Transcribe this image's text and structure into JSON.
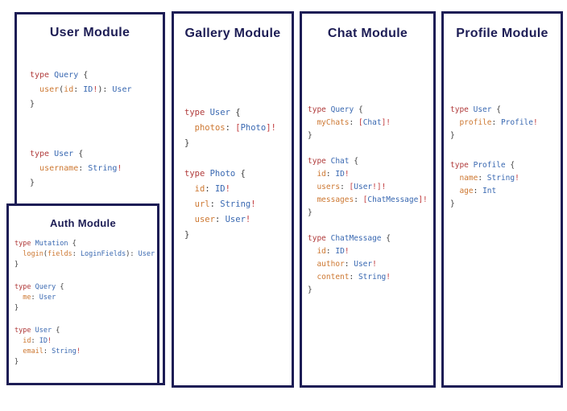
{
  "colors": {
    "navy": "#1d1d55",
    "keyword": "#b03b3b",
    "typename": "#3968b1",
    "field": "#cd7832",
    "punct": "#3b3b3b",
    "bang": "#c0393b"
  },
  "modules": {
    "user": {
      "title": "User Module",
      "blocks": [
        [
          [
            [
              "type ",
              "k"
            ],
            [
              "Query ",
              "t"
            ],
            [
              "{",
              "p"
            ]
          ],
          [
            [
              "  ",
              "p"
            ],
            [
              "user",
              "f"
            ],
            [
              "(",
              "p"
            ],
            [
              "id",
              "f"
            ],
            [
              ": ",
              "p"
            ],
            [
              "ID",
              "t"
            ],
            [
              "!",
              "r"
            ],
            [
              "): ",
              "p"
            ],
            [
              "User",
              "t"
            ]
          ],
          [
            [
              "}",
              "p"
            ]
          ]
        ],
        [
          [
            [
              "type ",
              "k"
            ],
            [
              "User ",
              "t"
            ],
            [
              "{",
              "p"
            ]
          ],
          [
            [
              "  ",
              "p"
            ],
            [
              "username",
              "f"
            ],
            [
              ": ",
              "p"
            ],
            [
              "String",
              "t"
            ],
            [
              "!",
              "r"
            ]
          ],
          [
            [
              "}",
              "p"
            ]
          ]
        ]
      ]
    },
    "auth": {
      "title": "Auth Module",
      "blocks": [
        [
          [
            [
              "type ",
              "k"
            ],
            [
              "Mutation ",
              "t"
            ],
            [
              "{",
              "p"
            ]
          ],
          [
            [
              "  ",
              "p"
            ],
            [
              "login",
              "f"
            ],
            [
              "(",
              "p"
            ],
            [
              "fields",
              "f"
            ],
            [
              ": ",
              "p"
            ],
            [
              "LoginFields",
              "t"
            ],
            [
              "): ",
              "p"
            ],
            [
              "User",
              "t"
            ]
          ],
          [
            [
              "}",
              "p"
            ]
          ]
        ],
        [
          [
            [
              "type ",
              "k"
            ],
            [
              "Query ",
              "t"
            ],
            [
              "{",
              "p"
            ]
          ],
          [
            [
              "  ",
              "p"
            ],
            [
              "me",
              "f"
            ],
            [
              ": ",
              "p"
            ],
            [
              "User",
              "t"
            ]
          ],
          [
            [
              "}",
              "p"
            ]
          ]
        ],
        [
          [
            [
              "type ",
              "k"
            ],
            [
              "User ",
              "t"
            ],
            [
              "{",
              "p"
            ]
          ],
          [
            [
              "  ",
              "p"
            ],
            [
              "id",
              "f"
            ],
            [
              ": ",
              "p"
            ],
            [
              "ID",
              "t"
            ],
            [
              "!",
              "r"
            ]
          ],
          [
            [
              "  ",
              "p"
            ],
            [
              "email",
              "f"
            ],
            [
              ": ",
              "p"
            ],
            [
              "String",
              "t"
            ],
            [
              "!",
              "r"
            ]
          ],
          [
            [
              "}",
              "p"
            ]
          ]
        ]
      ]
    },
    "gallery": {
      "title": "Gallery Module",
      "blocks": [
        [
          [
            [
              "type ",
              "k"
            ],
            [
              "User ",
              "t"
            ],
            [
              "{",
              "p"
            ]
          ],
          [
            [
              "  ",
              "p"
            ],
            [
              "photos",
              "f"
            ],
            [
              ": ",
              "p"
            ],
            [
              "[",
              "r"
            ],
            [
              "Photo",
              "t"
            ],
            [
              "]!",
              "r"
            ]
          ],
          [
            [
              "}",
              "p"
            ]
          ]
        ],
        [
          [
            [
              "type ",
              "k"
            ],
            [
              "Photo ",
              "t"
            ],
            [
              "{",
              "p"
            ]
          ],
          [
            [
              "  ",
              "p"
            ],
            [
              "id",
              "f"
            ],
            [
              ": ",
              "p"
            ],
            [
              "ID",
              "t"
            ],
            [
              "!",
              "r"
            ]
          ],
          [
            [
              "  ",
              "p"
            ],
            [
              "url",
              "f"
            ],
            [
              ": ",
              "p"
            ],
            [
              "String",
              "t"
            ],
            [
              "!",
              "r"
            ]
          ],
          [
            [
              "  ",
              "p"
            ],
            [
              "user",
              "f"
            ],
            [
              ": ",
              "p"
            ],
            [
              "User",
              "t"
            ],
            [
              "!",
              "r"
            ]
          ],
          [
            [
              "}",
              "p"
            ]
          ]
        ]
      ]
    },
    "chat": {
      "title": "Chat Module",
      "blocks": [
        [
          [
            [
              "type ",
              "k"
            ],
            [
              "Query ",
              "t"
            ],
            [
              "{",
              "p"
            ]
          ],
          [
            [
              "  ",
              "p"
            ],
            [
              "myChats",
              "f"
            ],
            [
              ": ",
              "p"
            ],
            [
              "[",
              "r"
            ],
            [
              "Chat",
              "t"
            ],
            [
              "]!",
              "r"
            ]
          ],
          [
            [
              "}",
              "p"
            ]
          ]
        ],
        [
          [
            [
              "type ",
              "k"
            ],
            [
              "Chat ",
              "t"
            ],
            [
              "{",
              "p"
            ]
          ],
          [
            [
              "  ",
              "p"
            ],
            [
              "id",
              "f"
            ],
            [
              ": ",
              "p"
            ],
            [
              "ID",
              "t"
            ],
            [
              "!",
              "r"
            ]
          ],
          [
            [
              "  ",
              "p"
            ],
            [
              "users",
              "f"
            ],
            [
              ": ",
              "p"
            ],
            [
              "[",
              "r"
            ],
            [
              "User",
              "t"
            ],
            [
              "!]!",
              "r"
            ]
          ],
          [
            [
              "  ",
              "p"
            ],
            [
              "messages",
              "f"
            ],
            [
              ": ",
              "p"
            ],
            [
              "[",
              "r"
            ],
            [
              "ChatMessage",
              "t"
            ],
            [
              "]!",
              "r"
            ]
          ],
          [
            [
              "}",
              "p"
            ]
          ]
        ],
        [
          [
            [
              "type ",
              "k"
            ],
            [
              "ChatMessage ",
              "t"
            ],
            [
              "{",
              "p"
            ]
          ],
          [
            [
              "  ",
              "p"
            ],
            [
              "id",
              "f"
            ],
            [
              ": ",
              "p"
            ],
            [
              "ID",
              "t"
            ],
            [
              "!",
              "r"
            ]
          ],
          [
            [
              "  ",
              "p"
            ],
            [
              "author",
              "f"
            ],
            [
              ": ",
              "p"
            ],
            [
              "User",
              "t"
            ],
            [
              "!",
              "r"
            ]
          ],
          [
            [
              "  ",
              "p"
            ],
            [
              "content",
              "f"
            ],
            [
              ": ",
              "p"
            ],
            [
              "String",
              "t"
            ],
            [
              "!",
              "r"
            ]
          ],
          [
            [
              "}",
              "p"
            ]
          ]
        ]
      ]
    },
    "profile": {
      "title": "Profile Module",
      "blocks": [
        [
          [
            [
              "type ",
              "k"
            ],
            [
              "User ",
              "t"
            ],
            [
              "{",
              "p"
            ]
          ],
          [
            [
              "  ",
              "p"
            ],
            [
              "profile",
              "f"
            ],
            [
              ": ",
              "p"
            ],
            [
              "Profile",
              "t"
            ],
            [
              "!",
              "r"
            ]
          ],
          [
            [
              "}",
              "p"
            ]
          ]
        ],
        [
          [
            [
              "type ",
              "k"
            ],
            [
              "Profile ",
              "t"
            ],
            [
              "{",
              "p"
            ]
          ],
          [
            [
              "  ",
              "p"
            ],
            [
              "name",
              "f"
            ],
            [
              ": ",
              "p"
            ],
            [
              "String",
              "t"
            ],
            [
              "!",
              "r"
            ]
          ],
          [
            [
              "  ",
              "p"
            ],
            [
              "age",
              "f"
            ],
            [
              ": ",
              "p"
            ],
            [
              "Int",
              "t"
            ]
          ],
          [
            [
              "}",
              "p"
            ]
          ]
        ]
      ]
    }
  }
}
